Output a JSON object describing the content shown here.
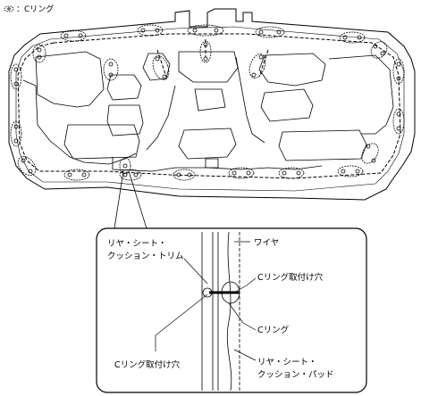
{
  "legend": {
    "symbol": "c-ring-symbol",
    "text": "：Cリング"
  },
  "callout_labels": {
    "rear_seat_cushion_trim": [
      "リヤ・シート・",
      "クッション・トリム"
    ],
    "wire": "ワイヤ",
    "c_ring_mounting_hole_right": "Cリング取付け穴",
    "c_ring": "Cリング",
    "c_ring_mounting_hole_left": "Cリング取付け穴",
    "rear_seat_cushion_pad": [
      "リヤ・シート・",
      "クッション・パッド"
    ]
  }
}
